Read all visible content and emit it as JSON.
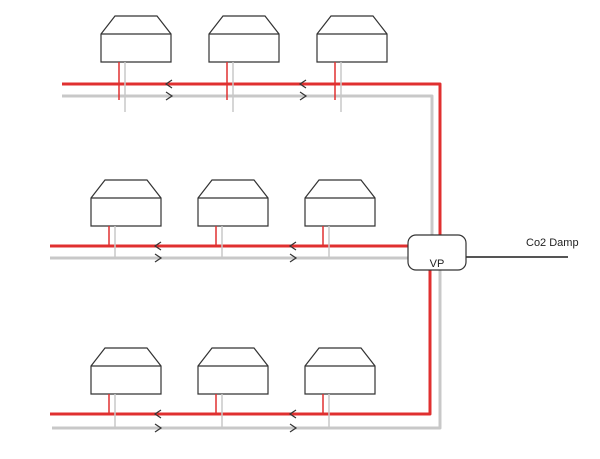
{
  "colors": {
    "supply": "#e03030",
    "return": "#c8c8c8",
    "outline": "#333333",
    "damper": "#555555"
  },
  "labels": {
    "pump": "VP",
    "damper": "Co2 Damp"
  },
  "structure": {
    "rows": 3,
    "houses_per_row": 3,
    "flow_arrows_per_row": 2
  }
}
